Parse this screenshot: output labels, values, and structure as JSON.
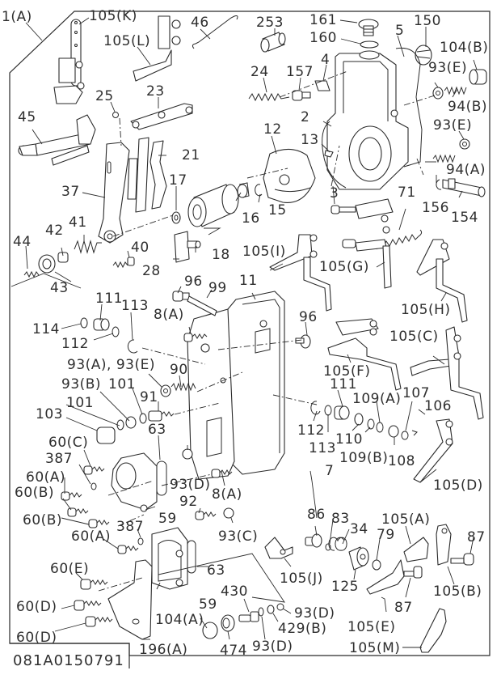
{
  "drawing": {
    "code": "081A0150791",
    "assembly_label": "1(A)",
    "ink_color": "#2a2a2a",
    "background": "#ffffff"
  },
  "labels": {
    "l_1A": "1(A)",
    "l_105K": "105(K)",
    "l_105L": "105(L)",
    "l_46": "46",
    "l_253": "253",
    "l_161": "161",
    "l_160": "160",
    "l_150": "150",
    "l_5": "5",
    "l_104B": "104(B)",
    "l_24": "24",
    "l_157": "157",
    "l_4": "4",
    "l_93E_1": "93(E)",
    "l_94B": "94(B)",
    "l_25": "25",
    "l_23": "23",
    "l_2": "2",
    "l_93E_2": "93(E)",
    "l_45": "45",
    "l_12": "12",
    "l_13": "13",
    "l_21": "21",
    "l_94A": "94(A)",
    "l_37": "37",
    "l_17": "17",
    "l_3": "3",
    "l_71": "71",
    "l_156": "156",
    "l_154": "154",
    "l_16": "16",
    "l_15": "15",
    "l_42": "42",
    "l_41": "41",
    "l_44": "44",
    "l_40": "40",
    "l_18": "18",
    "l_28": "28",
    "l_105I": "105(I)",
    "l_105G": "105(G)",
    "l_43": "43",
    "l_105H": "105(H)",
    "l_96_1": "96",
    "l_99": "99",
    "l_11": "11",
    "l_111_1": "111",
    "l_113_1": "113",
    "l_8A_1": "8(A)",
    "l_96_2": "96",
    "l_114": "114",
    "l_112_1": "112",
    "l_105C": "105(C)",
    "l_93A93E": "93(A), 93(E)",
    "l_90": "90",
    "l_105F": "105(F)",
    "l_93B": "93(B)",
    "l_101_1": "101",
    "l_111_2": "111",
    "l_109A": "109(A)",
    "l_107": "107",
    "l_91": "91",
    "l_101_2": "101",
    "l_106": "106",
    "l_103": "103",
    "l_112_2": "112",
    "l_110": "110",
    "l_63_1": "63",
    "l_113_2": "113",
    "l_109B": "109(B)",
    "l_108": "108",
    "l_60C": "60(C)",
    "l_387_1": "387",
    "l_93D_1": "93(D)",
    "l_60A_1": "60(A)",
    "l_7": "7",
    "l_105D": "105(D)",
    "l_8A_2": "8(A)",
    "l_60B_1": "60(B)",
    "l_60B_2": "60(B)",
    "l_92": "92",
    "l_59_1": "59",
    "l_86": "86",
    "l_83": "83",
    "l_34": "34",
    "l_105A": "105(A)",
    "l_87_1": "87",
    "l_93C": "93(C)",
    "l_79": "79",
    "l_60A_2": "60(A)",
    "l_387_2": "387",
    "l_105J": "105(J)",
    "l_125": "125",
    "l_60E": "60(E)",
    "l_63_2": "63",
    "l_87_2": "87",
    "l_105B": "105(B)",
    "l_430": "430",
    "l_59_2": "59",
    "l_60D_1": "60(D)",
    "l_104A": "104(A)",
    "l_93D_2": "93(D)",
    "l_429B": "429(B)",
    "l_105E": "105(E)",
    "l_60D_2": "60(D)",
    "l_93D_3": "93(D)",
    "l_474": "474",
    "l_196A": "196(A)",
    "l_105M": "105(M)"
  }
}
